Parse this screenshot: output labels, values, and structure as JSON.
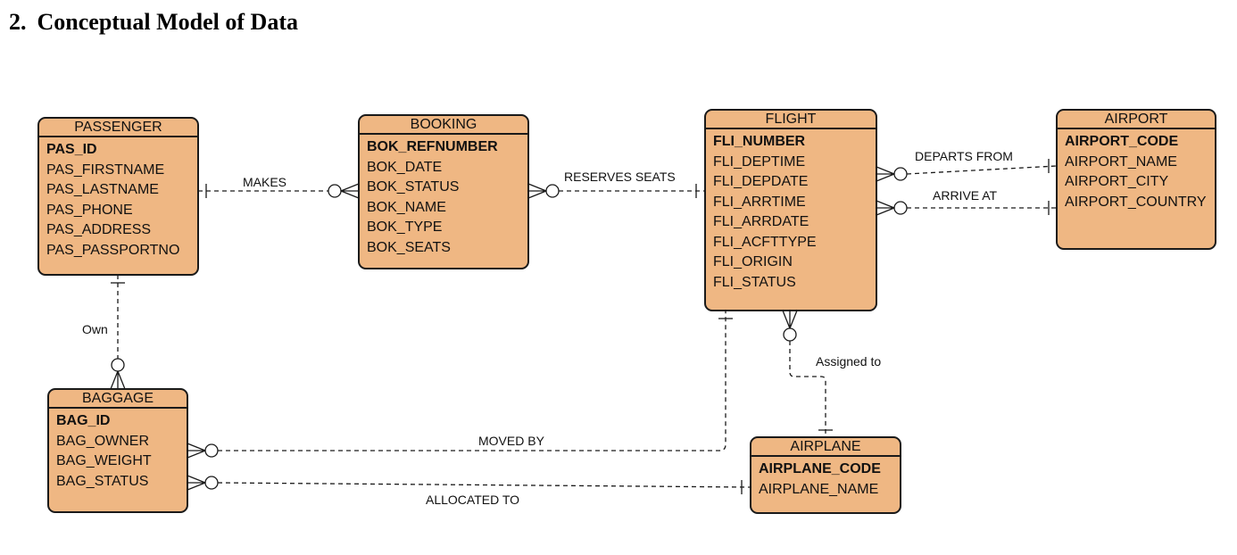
{
  "page": {
    "section_number": "2.",
    "section_title": "Conceptual Model of Data"
  },
  "colors": {
    "entity_fill": "#efb783",
    "stroke": "#1a1a1a"
  },
  "entities": {
    "passenger": {
      "title": "PASSENGER",
      "primary_key": "PAS_ID",
      "attributes": [
        "PAS_FIRSTNAME",
        "PAS_LASTNAME",
        "PAS_PHONE",
        "PAS_ADDRESS",
        "PAS_PASSPORTNO"
      ]
    },
    "booking": {
      "title": "BOOKING",
      "primary_key": "BOK_REFNUMBER",
      "attributes": [
        "BOK_DATE",
        "BOK_STATUS",
        "BOK_NAME",
        "BOK_TYPE",
        "BOK_SEATS"
      ]
    },
    "flight": {
      "title": "FLIGHT",
      "primary_key": "FLI_NUMBER",
      "attributes": [
        "FLI_DEPTIME",
        "FLI_DEPDATE",
        "FLI_ARRTIME",
        "FLI_ARRDATE",
        "FLI_ACFTTYPE",
        "FLI_ORIGIN",
        "FLI_STATUS"
      ]
    },
    "airport": {
      "title": "AIRPORT",
      "primary_key": "AIRPORT_CODE",
      "attributes": [
        "AIRPORT_NAME",
        "AIRPORT_CITY",
        "AIRPORT_COUNTRY"
      ]
    },
    "baggage": {
      "title": "BAGGAGE",
      "primary_key": "BAG_ID",
      "attributes": [
        "BAG_OWNER",
        "BAG_WEIGHT",
        "BAG_STATUS"
      ]
    },
    "airplane": {
      "title": "AIRPLANE",
      "primary_key": "AIRPLANE_CODE",
      "attributes": [
        "AIRPLANE_NAME"
      ]
    }
  },
  "relationships": {
    "makes": "MAKES",
    "reserves_seats": "RESERVES SEATS",
    "departs_from": "DEPARTS FROM",
    "arrive_at": "ARRIVE AT",
    "own": "Own",
    "assigned_to": "Assigned to",
    "moved_by": "MOVED BY",
    "allocated_to": "ALLOCATED TO"
  }
}
